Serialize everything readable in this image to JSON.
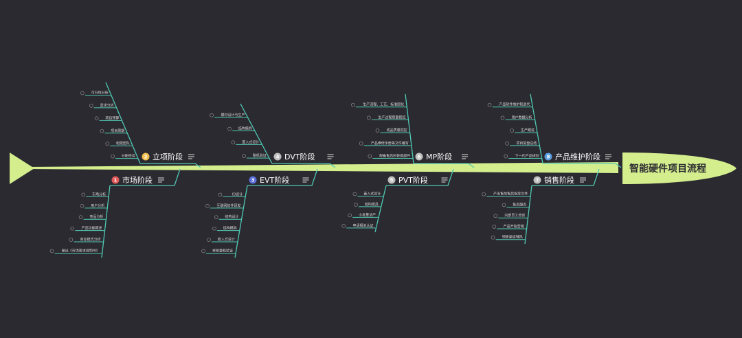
{
  "title": "智能硬件项目流程",
  "colors": {
    "background": "#2b2a30",
    "spine": "#d4ee8e",
    "line": "#4fc9b4",
    "text": "#ffffff",
    "leaf_text": "#d9d9d9"
  },
  "branches": [
    {
      "num": "1",
      "label": "市场阶段",
      "color": "#e05a5a",
      "items": [
        "市场分析",
        "用户分析",
        "竞品分析",
        "产品功能概述",
        "商业模式分析",
        "输出《市场需求说明书》"
      ]
    },
    {
      "num": "2",
      "label": "立项阶段",
      "color": "#f2c04e",
      "items": [
        "可行性分析",
        "需求分析",
        "项目预算",
        "项目周期",
        "组建团队",
        "分配任务"
      ]
    },
    {
      "num": "3",
      "label": "EVT阶段",
      "color": "#5b6fd8",
      "items": [
        "ID设计",
        "互联网软件研发",
        "结构设计",
        "结构模具",
        "嵌入式设计",
        "样板整机验证"
      ]
    },
    {
      "num": "4",
      "label": "DVT阶段",
      "color": "#bfbfbf",
      "items": [
        "膜材设计与生产",
        "结构模具",
        "嵌入式设计",
        "整机验证"
      ]
    },
    {
      "num": "5",
      "label": "PVT阶段",
      "color": "#bfbfbf",
      "items": [
        "嵌入式设计",
        "结构模具",
        "小批量试产",
        "申请相关认证"
      ]
    },
    {
      "num": "6",
      "label": "MP阶段",
      "color": "#bfbfbf",
      "items": [
        "生产流程、工艺、标准固化",
        "生产过程质量把控",
        "成品质量把控",
        "产品维修手册等文件编写",
        "配备售后的替换部件"
      ]
    },
    {
      "num": "7",
      "label": "销售阶段",
      "color": "#bfbfbf",
      "items": [
        "产出售前售后指导文件",
        "售后服务",
        "内部员工培训",
        "产品开始营销",
        "销售渠道铺热"
      ]
    },
    {
      "num": "8",
      "label": "产品维护阶段",
      "color": "#5a9ee0",
      "items": [
        "产品软件维护和迭代",
        "用户数据分析",
        "生产跟进",
        "项目复盘总结",
        "下一代产品规划"
      ]
    }
  ]
}
